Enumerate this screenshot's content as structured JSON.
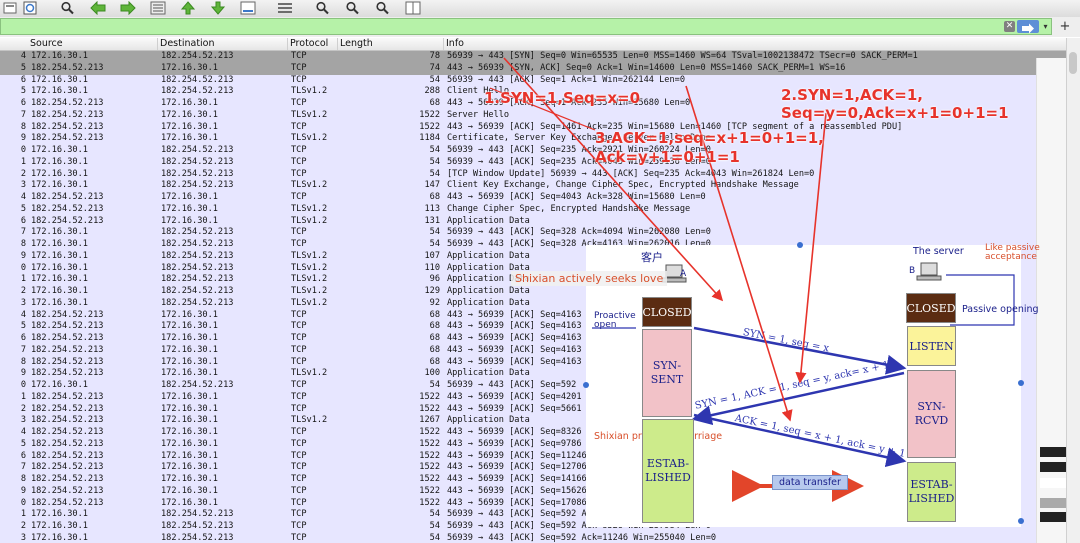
{
  "toolbar": {
    "icons": [
      "open-icon",
      "reload-icon",
      "find-icon",
      "go-back-icon",
      "go-forward-icon",
      "go-to-packet-icon",
      "go-first-icon",
      "go-last-icon",
      "autoscroll-icon",
      "colorize-icon",
      "zoom-in-icon",
      "zoom-out-icon",
      "zoom-normal-icon",
      "resize-columns-icon"
    ]
  },
  "filter": {
    "value": "",
    "clear_glyph": "✕",
    "drop_glyph": "▾",
    "add_glyph": "+"
  },
  "columns": {
    "source": "Source",
    "destination": "Destination",
    "protocol": "Protocol",
    "length": "Length",
    "info": "Info"
  },
  "packets": [
    {
      "no": "4",
      "src": "172.16.30.1",
      "dst": "182.254.52.213",
      "proto": "TCP",
      "len": "78",
      "info": "56939 → 443 [SYN] Seq=0 Win=65535 Len=0 MSS=1460 WS=64 TSval=1002138472 TSecr=0 SACK_PERM=1"
    },
    {
      "no": "5",
      "src": "182.254.52.213",
      "dst": "172.16.30.1",
      "proto": "TCP",
      "len": "74",
      "info": "443 → 56939 [SYN, ACK] Seq=0 Ack=1 Win=14600 Len=0 MSS=1460 SACK_PERM=1 WS=16"
    },
    {
      "no": "6",
      "src": "172.16.30.1",
      "dst": "182.254.52.213",
      "proto": "TCP",
      "len": "54",
      "info": "56939 → 443 [ACK] Seq=1 Ack=1 Win=262144 Len=0"
    },
    {
      "no": "5",
      "src": "172.16.30.1",
      "dst": "182.254.52.213",
      "proto": "TLSv1.2",
      "len": "288",
      "info": "Client Hello"
    },
    {
      "no": "6",
      "src": "182.254.52.213",
      "dst": "172.16.30.1",
      "proto": "TCP",
      "len": "68",
      "info": "443 → 56939 [ACK] Seq=1 Ack=235 Win=15680 Len=0"
    },
    {
      "no": "7",
      "src": "182.254.52.213",
      "dst": "172.16.30.1",
      "proto": "TLSv1.2",
      "len": "1522",
      "info": "Server Hello"
    },
    {
      "no": "8",
      "src": "182.254.52.213",
      "dst": "172.16.30.1",
      "proto": "TCP",
      "len": "1522",
      "info": "443 → 56939 [ACK] Seq=1461 Ack=235 Win=15680 Len=1460 [TCP segment of a reassembled PDU]"
    },
    {
      "no": "9",
      "src": "182.254.52.213",
      "dst": "172.16.30.1",
      "proto": "TLSv1.2",
      "len": "1184",
      "info": "Certificate, Server Key Exchange, Server Hello Done"
    },
    {
      "no": "0",
      "src": "172.16.30.1",
      "dst": "182.254.52.213",
      "proto": "TCP",
      "len": "54",
      "info": "56939 → 443 [ACK] Seq=235 Ack=2921 Win=260224 Len=0"
    },
    {
      "no": "1",
      "src": "172.16.30.1",
      "dst": "182.254.52.213",
      "proto": "TCP",
      "len": "54",
      "info": "56939 → 443 [ACK] Seq=235 Ack=4043 Win=259136 Len=0"
    },
    {
      "no": "2",
      "src": "172.16.30.1",
      "dst": "182.254.52.213",
      "proto": "TCP",
      "len": "54",
      "info": "[TCP Window Update] 56939 → 443 [ACK] Seq=235 Ack=4043 Win=261824 Len=0"
    },
    {
      "no": "3",
      "src": "172.16.30.1",
      "dst": "182.254.52.213",
      "proto": "TLSv1.2",
      "len": "147",
      "info": "Client Key Exchange, Change Cipher Spec, Encrypted Handshake Message"
    },
    {
      "no": "4",
      "src": "182.254.52.213",
      "dst": "172.16.30.1",
      "proto": "TCP",
      "len": "68",
      "info": "443 → 56939 [ACK] Seq=4043 Ack=328 Win=15680 Len=0"
    },
    {
      "no": "5",
      "src": "182.254.52.213",
      "dst": "172.16.30.1",
      "proto": "TLSv1.2",
      "len": "113",
      "info": "Change Cipher Spec, Encrypted Handshake Message"
    },
    {
      "no": "6",
      "src": "182.254.52.213",
      "dst": "172.16.30.1",
      "proto": "TLSv1.2",
      "len": "131",
      "info": "Application Data"
    },
    {
      "no": "7",
      "src": "172.16.30.1",
      "dst": "182.254.52.213",
      "proto": "TCP",
      "len": "54",
      "info": "56939 → 443 [ACK] Seq=328 Ack=4094 Win=262080 Len=0"
    },
    {
      "no": "8",
      "src": "172.16.30.1",
      "dst": "182.254.52.213",
      "proto": "TCP",
      "len": "54",
      "info": "56939 → 443 [ACK] Seq=328 Ack=4163 Win=262016 Len=0"
    },
    {
      "no": "9",
      "src": "172.16.30.1",
      "dst": "182.254.52.213",
      "proto": "TLSv1.2",
      "len": "107",
      "info": "Application Data"
    },
    {
      "no": "0",
      "src": "172.16.30.1",
      "dst": "182.254.52.213",
      "proto": "TLSv1.2",
      "len": "110",
      "info": "Application Data"
    },
    {
      "no": "1",
      "src": "172.16.30.1",
      "dst": "182.254.52.213",
      "proto": "TLSv1.2",
      "len": "96",
      "info": "Application Data"
    },
    {
      "no": "2",
      "src": "172.16.30.1",
      "dst": "182.254.52.213",
      "proto": "TLSv1.2",
      "len": "129",
      "info": "Application Data"
    },
    {
      "no": "3",
      "src": "172.16.30.1",
      "dst": "182.254.52.213",
      "proto": "TLSv1.2",
      "len": "92",
      "info": "Application Data"
    },
    {
      "no": "4",
      "src": "182.254.52.213",
      "dst": "172.16.30.1",
      "proto": "TCP",
      "len": "68",
      "info": "443 → 56939 [ACK] Seq=4163"
    },
    {
      "no": "5",
      "src": "182.254.52.213",
      "dst": "172.16.30.1",
      "proto": "TCP",
      "len": "68",
      "info": "443 → 56939 [ACK] Seq=4163"
    },
    {
      "no": "6",
      "src": "182.254.52.213",
      "dst": "172.16.30.1",
      "proto": "TCP",
      "len": "68",
      "info": "443 → 56939 [ACK] Seq=4163"
    },
    {
      "no": "7",
      "src": "182.254.52.213",
      "dst": "172.16.30.1",
      "proto": "TCP",
      "len": "68",
      "info": "443 → 56939 [ACK] Seq=4163"
    },
    {
      "no": "8",
      "src": "182.254.52.213",
      "dst": "172.16.30.1",
      "proto": "TCP",
      "len": "68",
      "info": "443 → 56939 [ACK] Seq=4163"
    },
    {
      "no": "9",
      "src": "182.254.52.213",
      "dst": "172.16.30.1",
      "proto": "TLSv1.2",
      "len": "100",
      "info": "Application Data"
    },
    {
      "no": "0",
      "src": "172.16.30.1",
      "dst": "182.254.52.213",
      "proto": "TCP",
      "len": "54",
      "info": "56939 → 443 [ACK] Seq=592"
    },
    {
      "no": "1",
      "src": "182.254.52.213",
      "dst": "172.16.30.1",
      "proto": "TCP",
      "len": "1522",
      "info": "443 → 56939 [ACK] Seq=4201"
    },
    {
      "no": "2",
      "src": "182.254.52.213",
      "dst": "172.16.30.1",
      "proto": "TCP",
      "len": "1522",
      "info": "443 → 56939 [ACK] Seq=5661"
    },
    {
      "no": "3",
      "src": "182.254.52.213",
      "dst": "172.16.30.1",
      "proto": "TLSv1.2",
      "len": "1267",
      "info": "Application Data"
    },
    {
      "no": "4",
      "src": "182.254.52.213",
      "dst": "172.16.30.1",
      "proto": "TCP",
      "len": "1522",
      "info": "443 → 56939 [ACK] Seq=8326"
    },
    {
      "no": "5",
      "src": "182.254.52.213",
      "dst": "172.16.30.1",
      "proto": "TCP",
      "len": "1522",
      "info": "443 → 56939 [ACK] Seq=9786"
    },
    {
      "no": "6",
      "src": "182.254.52.213",
      "dst": "172.16.30.1",
      "proto": "TCP",
      "len": "1522",
      "info": "443 → 56939 [ACK] Seq=11246"
    },
    {
      "no": "7",
      "src": "182.254.52.213",
      "dst": "172.16.30.1",
      "proto": "TCP",
      "len": "1522",
      "info": "443 → 56939 [ACK] Seq=12706"
    },
    {
      "no": "8",
      "src": "182.254.52.213",
      "dst": "172.16.30.1",
      "proto": "TCP",
      "len": "1522",
      "info": "443 → 56939 [ACK] Seq=14166"
    },
    {
      "no": "9",
      "src": "182.254.52.213",
      "dst": "172.16.30.1",
      "proto": "TCP",
      "len": "1522",
      "info": "443 → 56939 [ACK] Seq=15626"
    },
    {
      "no": "0",
      "src": "182.254.52.213",
      "dst": "172.16.30.1",
      "proto": "TCP",
      "len": "1522",
      "info": "443 → 56939 [ACK] Seq=17086"
    },
    {
      "no": "1",
      "src": "172.16.30.1",
      "dst": "182.254.52.213",
      "proto": "TCP",
      "len": "54",
      "info": "56939 → 443 [ACK] Seq=592 A"
    },
    {
      "no": "2",
      "src": "172.16.30.1",
      "dst": "182.254.52.213",
      "proto": "TCP",
      "len": "54",
      "info": "56939 → 443 [ACK] Seq=592 Ack=8326 Win=257984 Len=0"
    },
    {
      "no": "3",
      "src": "172.16.30.1",
      "dst": "182.254.52.213",
      "proto": "TCP",
      "len": "54",
      "info": "56939 → 443 [ACK] Seq=592 Ack=11246 Win=255040 Len=0"
    }
  ],
  "colors": {
    "selected_row": "#a4a4a4",
    "tcp_row": "#e7e6ff",
    "tls_row": "#e7e6ff",
    "annotation_red": "#e7332b",
    "diagram_blue": "#2e36b0",
    "closed_box": "#5b2c12",
    "sent_box": "#f2c2c8",
    "listen_box": "#fbf39a",
    "established_box": "#cdeb8b"
  },
  "annotations": {
    "step1": "1.SYN=1,Seq=x=0",
    "step2_line1": "2.SYN=1,ACK=1,",
    "step2_line2": "Seq=y=0,Ack=x+1=0+1=1",
    "step3_line1": "3.ACK=1,seq=x+1=0+1=1,",
    "step3_line2": "Ack=y+1=0+1=1"
  },
  "diagram": {
    "client_label": "客户",
    "client_letter": "A",
    "server_label": "The server",
    "server_letter": "B",
    "passive_acceptance": "Like passive acceptance",
    "shixian_seeks": "Shixian actively seeks love",
    "proactive_open": "Proactive open",
    "passive_opening": "Passive opening",
    "shixian_marriage": "Shixian proposed marriage",
    "client_closed": "CLOSED",
    "server_closed": "CLOSED",
    "syn_sent_1": "SYN-",
    "syn_sent_2": "SENT",
    "listen": "LISTEN",
    "syn_rcvd_1": "SYN-",
    "syn_rcvd_2": "RCVD",
    "client_est_1": "ESTAB-",
    "client_est_2": "LISHED",
    "server_est_1": "ESTAB-",
    "server_est_2": "LISHED",
    "msg_syn": "SYN = 1, seq = x",
    "msg_synack": "SYN = 1, ACK = 1, seq = y, ack= x + 1",
    "msg_ack": "ACK = 1, seq = x + 1, ack = y + 1",
    "data_transfer": "data transfer"
  }
}
